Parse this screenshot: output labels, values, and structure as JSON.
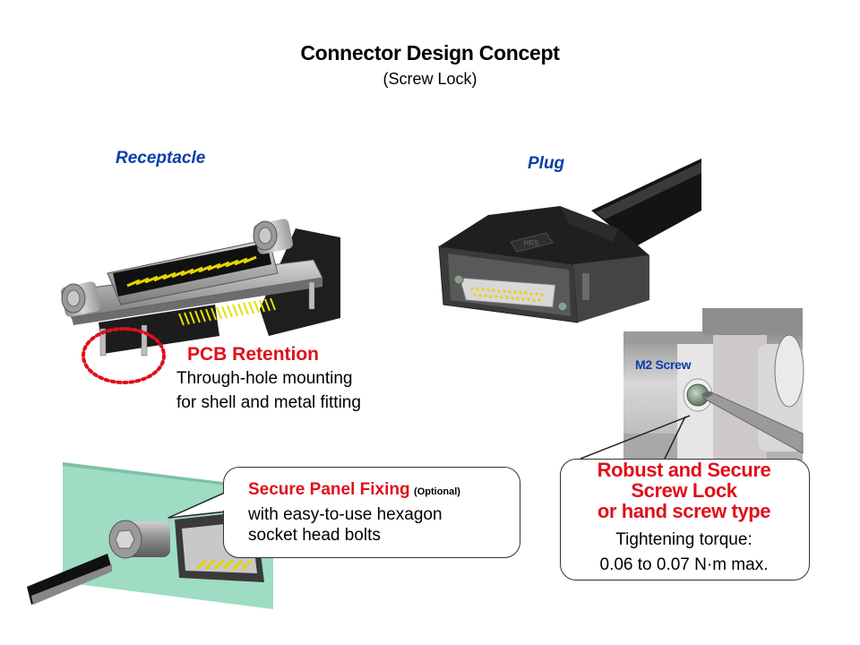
{
  "slide": {
    "title": "Connector Design Concept",
    "subtitle": "(Screw Lock)"
  },
  "receptacle": {
    "label": "Receptacle",
    "pcb_retention": {
      "heading": "PCB Retention",
      "line1": "Through-hole mounting",
      "line2": "for shell and metal fitting"
    }
  },
  "plug": {
    "label": "Plug",
    "logo_text": "HRS"
  },
  "screw_detail": {
    "label": "M2 Screw",
    "callout": {
      "line1": "Robust and Secure",
      "line2": "Screw Lock",
      "line3": "or hand screw type",
      "torque_label": "Tightening torque:",
      "torque_value": "0.06 to 0.07 N·m max."
    }
  },
  "panel_fixing": {
    "heading": "Secure Panel Fixing",
    "optional": "(Optional)",
    "line1": "with easy-to-use hexagon",
    "line2": "socket head bolts"
  },
  "colors": {
    "accent_red": "#e0101a",
    "label_blue": "#0b3ea8",
    "panel_green": "#9fdcc4",
    "pin_yellow": "#e8d400"
  }
}
